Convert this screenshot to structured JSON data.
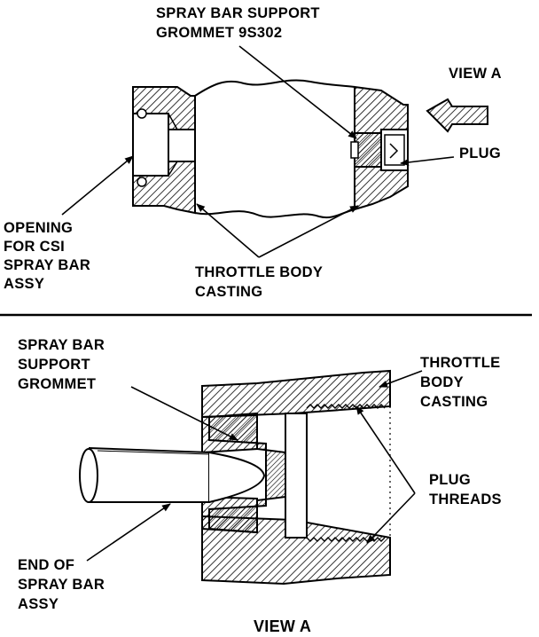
{
  "top_figure": {
    "view_a_label": "VIEW A",
    "grommet_label": [
      "SPRAY BAR SUPPORT",
      "GROMMET 9S302"
    ],
    "plug_label": "PLUG",
    "opening_label": [
      "OPENING",
      "FOR CSI",
      "SPRAY BAR",
      "ASSY"
    ],
    "casting_label": [
      "THROTTLE BODY",
      "CASTING"
    ]
  },
  "bottom_figure": {
    "grommet_label": [
      "SPRAY BAR",
      "SUPPORT",
      "GROMMET"
    ],
    "casting_label": [
      "THROTTLE",
      "BODY",
      "CASTING"
    ],
    "threads_label": [
      "PLUG",
      "THREADS"
    ],
    "end_label": [
      "END OF",
      "SPRAY BAR",
      "ASSY"
    ],
    "caption": "VIEW A"
  },
  "colors": {
    "ink": "#000000",
    "paper": "#ffffff"
  }
}
